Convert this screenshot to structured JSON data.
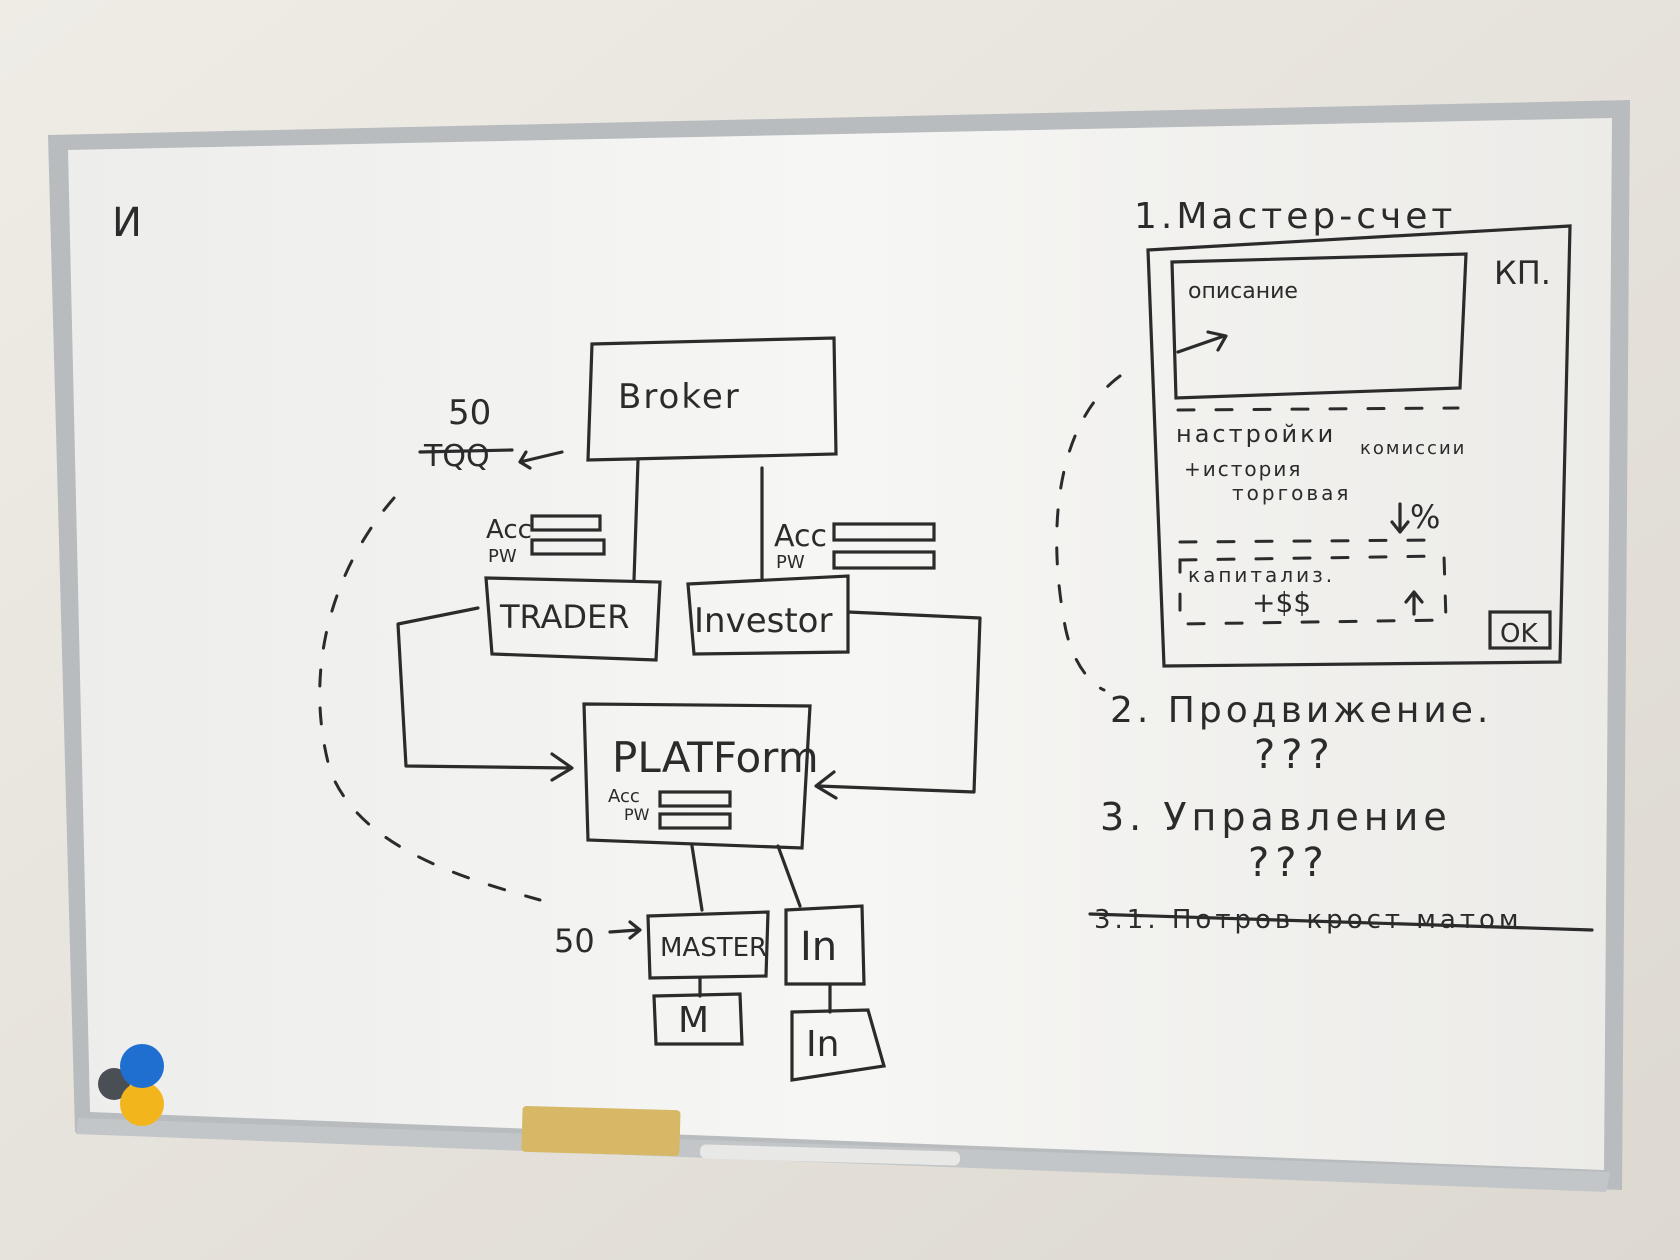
{
  "corner_mark": "И",
  "diagram": {
    "broker": {
      "label": "Broker"
    },
    "broker_note": {
      "number": "50",
      "struck_word": "TQQ"
    },
    "trader": {
      "label": "TRADER",
      "fields": [
        "Acc",
        "PW"
      ]
    },
    "investor": {
      "label": "Investor",
      "fields": [
        "Acc",
        "PW"
      ]
    },
    "platform": {
      "label": "PLATForm",
      "fields": [
        "Acc",
        "PW"
      ]
    },
    "master": {
      "label": "MASTER",
      "note": "50"
    },
    "in_box": {
      "label": "In"
    },
    "m_box": {
      "label": "M"
    },
    "in_lower_box": {
      "label": "In"
    }
  },
  "notes": {
    "item1_title": "1.Мастер-счет",
    "screen": {
      "corner_label": "КП.",
      "description_label": "описание",
      "settings": "настройки",
      "commission": "комиссии",
      "history_prefix": "+история",
      "history_word": "торговая",
      "percent": "%",
      "capitalization": "капитализ.",
      "money": "+$$",
      "ok_button": "OK"
    },
    "item2_title": "2. Продвижение.",
    "item2_qs": "???",
    "item3_title": "3. Управление",
    "item3_qs": "???",
    "item31_struck": "3.1. Потров крост матом"
  },
  "colors": {
    "wall": "#e9e6e0",
    "board": "#f3f3f1",
    "frame": "#b8bcbf",
    "ink": "#2b2b2b",
    "magnet_blue": "#1f6fd1",
    "magnet_yellow": "#f2b51b",
    "magnet_dark": "#4a4f55",
    "eraser": "#d6b867"
  }
}
